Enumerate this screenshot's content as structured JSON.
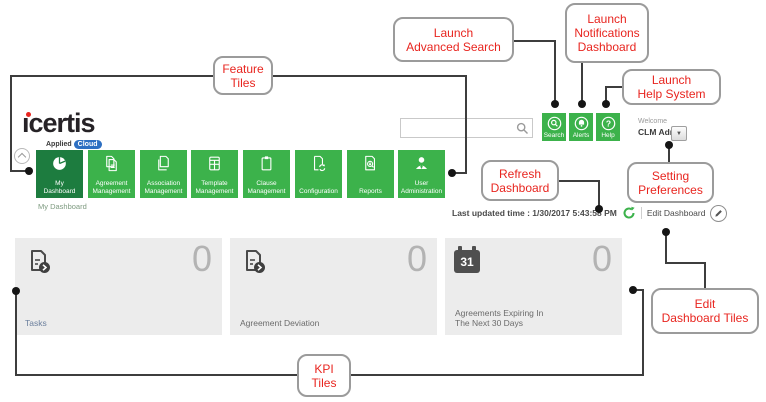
{
  "callouts": {
    "feature_tiles": {
      "text": "Feature\nTiles"
    },
    "advanced_search": {
      "text": "Launch\nAdvanced Search"
    },
    "notifications": {
      "text": "Launch\nNotifications\nDashboard"
    },
    "help_system": {
      "text": "Launch\nHelp System"
    },
    "refresh_dashboard": {
      "text": "Refresh\nDashboard"
    },
    "setting_preferences": {
      "text": "Setting\nPreferences"
    },
    "edit_dashboard_tiles": {
      "text": "Edit\nDashboard Tiles"
    },
    "kpi_tiles": {
      "text": "KPI\nTiles"
    }
  },
  "header": {
    "logo_text": "ıcertis",
    "logo_sub_left": "Applied",
    "logo_sub_right": "Cloud",
    "search_value": "",
    "buttons": [
      {
        "label": "Search",
        "icon": "magnifier-icon"
      },
      {
        "label": "Alerts",
        "icon": "bell-icon"
      },
      {
        "label": "Help",
        "icon": "question-icon"
      }
    ],
    "welcome_label": "Welcome",
    "user_name": "CLM Admin"
  },
  "nav_tiles": [
    {
      "label": "My\nDashboard",
      "icon": "pie-chart-icon",
      "selected": true
    },
    {
      "label": "Agreement\nManagement",
      "icon": "agreement-docs-icon",
      "selected": false
    },
    {
      "label": "Association\nManagement",
      "icon": "stacked-docs-icon",
      "selected": false
    },
    {
      "label": "Template\nManagement",
      "icon": "template-grid-icon",
      "selected": false
    },
    {
      "label": "Clause\nManagement",
      "icon": "clipboard-icon",
      "selected": false
    },
    {
      "label": "Configuration",
      "icon": "doc-sync-icon",
      "selected": false
    },
    {
      "label": "Reports",
      "icon": "doc-magnifier-icon",
      "selected": false
    },
    {
      "label": "User\nAdministration",
      "icon": "user-icon",
      "selected": false
    }
  ],
  "breadcrumb": "My Dashboard",
  "status_bar": {
    "last_updated": "Last updated time : 1/30/2017 5:43:58 PM",
    "refresh_icon": "refresh-icon",
    "edit_dashboard": "Edit Dashboard",
    "edit_icon": "pencil-icon"
  },
  "kpi_tiles": [
    {
      "label": "Tasks",
      "value": "0",
      "icon": "task-document-icon"
    },
    {
      "label": "Agreement Deviation",
      "value": "0",
      "icon": "task-document-icon"
    },
    {
      "label": "Agreements Expiring In\nThe Next 30 Days",
      "value": "0",
      "icon": "calendar-31-icon",
      "calendar_day": "31"
    }
  ],
  "colors": {
    "green": "#3cb24b",
    "dark_green": "#1d7c3f",
    "callout_red": "#e8251f",
    "cloud_blue": "#2d6fc2",
    "kpi_tile_bg": "#ececec",
    "connector": "#3d3d3d"
  }
}
